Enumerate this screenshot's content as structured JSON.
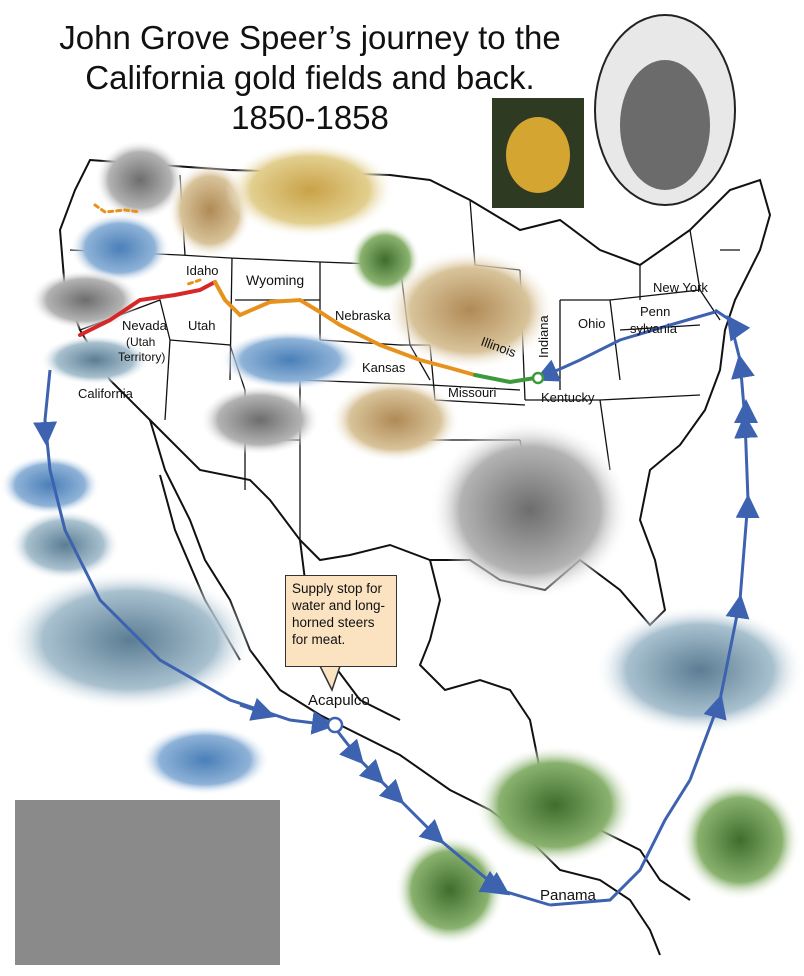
{
  "title": {
    "line1": "John Grove Speer’s journey to the",
    "line2": "California gold fields and back.",
    "line3": "1850-1858"
  },
  "states": {
    "idaho": "Idaho",
    "wyoming": "Wyoming",
    "nevada": "Nevada",
    "utah_territory_1": "(Utah",
    "utah_territory_2": "Territory)",
    "utah": "Utah",
    "california": "California",
    "nebraska": "Nebraska",
    "kansas": "Kansas",
    "illinois": "Illinois",
    "indiana": "Indiana",
    "ohio": "Ohio",
    "missouri": "Missouri",
    "kentucky": "Kentucky",
    "new_york": "New York",
    "pennsylvania_1": "Penn",
    "pennsylvania_2": "sylvania"
  },
  "places": {
    "acapulco": "Acapulco",
    "panama": "Panama"
  },
  "callout": "Supply stop for water and long-horned steers for meat.",
  "colors": {
    "sea_route": "#3d62b0",
    "oregon_trail": "#e8921e",
    "california_leg": "#d62828",
    "river_leg": "#3c9a3c",
    "callout_fill": "#fbe3c2"
  }
}
